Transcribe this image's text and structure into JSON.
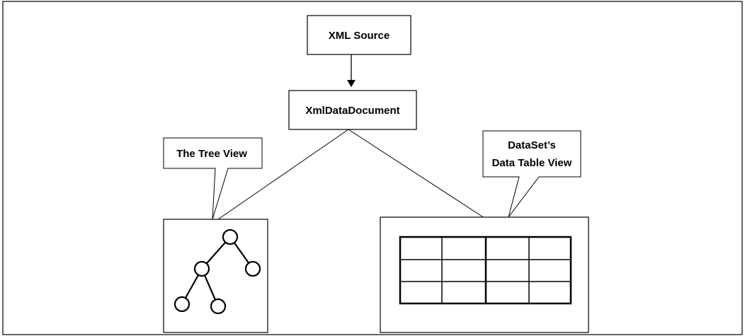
{
  "diagram": {
    "source_label": "XML Source",
    "document_label": "XmlDataDocument",
    "tree_callout": "The Tree View",
    "table_callout_line1": "DataSet’s",
    "table_callout_line2": "Data Table View"
  },
  "colors": {
    "stroke": "#000000",
    "background": "#ffffff"
  }
}
